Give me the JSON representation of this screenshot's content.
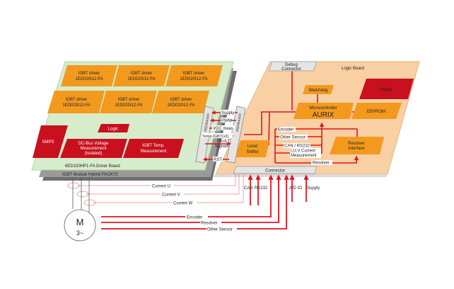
{
  "driver_board": {
    "label": "6ED100HP1-FA Driver Board",
    "module_label": "IGBT Module Hybrid PACK?2",
    "igbt_drivers": [
      {
        "line1": "IGBT driver",
        "line2": "1ED020I12-FA"
      },
      {
        "line1": "IGBT driver",
        "line2": "1ED020I12-FA"
      },
      {
        "line1": "IGBT driver",
        "line2": "1ED020I12-FA"
      },
      {
        "line1": "IGBT driver",
        "line2": "1ED020I12-FA"
      },
      {
        "line1": "IGBT driver",
        "line2": "1ED020I12-FA"
      },
      {
        "line1": "IGBT driver",
        "line2": "1ED020I12-FA"
      }
    ],
    "logic": "Logic",
    "smps": "SMPS",
    "dc_bus": {
      "line1": "DC-Bus Voltage",
      "line2": "Measurement",
      "line3": "(Isolated)"
    },
    "igbt_temp": {
      "line1": "IGBT Temp.",
      "line2": "Measurement"
    },
    "connector": "connector"
  },
  "signals": {
    "supply": "Supply",
    "pwm": "PWM",
    "vdc": "VDC meas.",
    "temp": "Temp.IGBT(x3)",
    "fault1": "FAULT",
    "fault2": "Signals",
    "rst": "RST"
  },
  "logic_board": {
    "label": "Logic Board",
    "debug1": "Debug",
    "debug2": "Connector",
    "watchdog": "Watchdog",
    "supply": "Supply",
    "mcu_label": "Microcontroller",
    "mcu_name": "AURIX",
    "eeprom": "EEPROM",
    "level1": "Level",
    "level2": "Shifter",
    "resolver1": "Resolver",
    "resolver2": "Interface",
    "encoder": "Encoder",
    "other_sensor": "Other Sensor",
    "can": "CAN / RS232",
    "current1": "I,U,V Current",
    "current2": "Measurement",
    "resolver_sig": "Resolver",
    "connector": "Connector",
    "connector_left": "connector"
  },
  "external": {
    "can": "CAN",
    "rs232": "RS232",
    "adio": "A/D IO",
    "supply": "Supply",
    "current_u": "Current U",
    "current_v": "Current V",
    "current_w": "Current W",
    "encoder": "Encoder",
    "resolver": "Resolver",
    "other_sensor": "Other Sensor"
  },
  "motor": {
    "line1": "M",
    "line2": "3~"
  },
  "colors": {
    "orange": "#f39a1e",
    "red": "#c8101e",
    "green": "#d6ecca",
    "peach": "#f9cfa4",
    "grey": "#8a8a8a",
    "connector": "#e4e4e4",
    "wire": "#e0141e"
  }
}
